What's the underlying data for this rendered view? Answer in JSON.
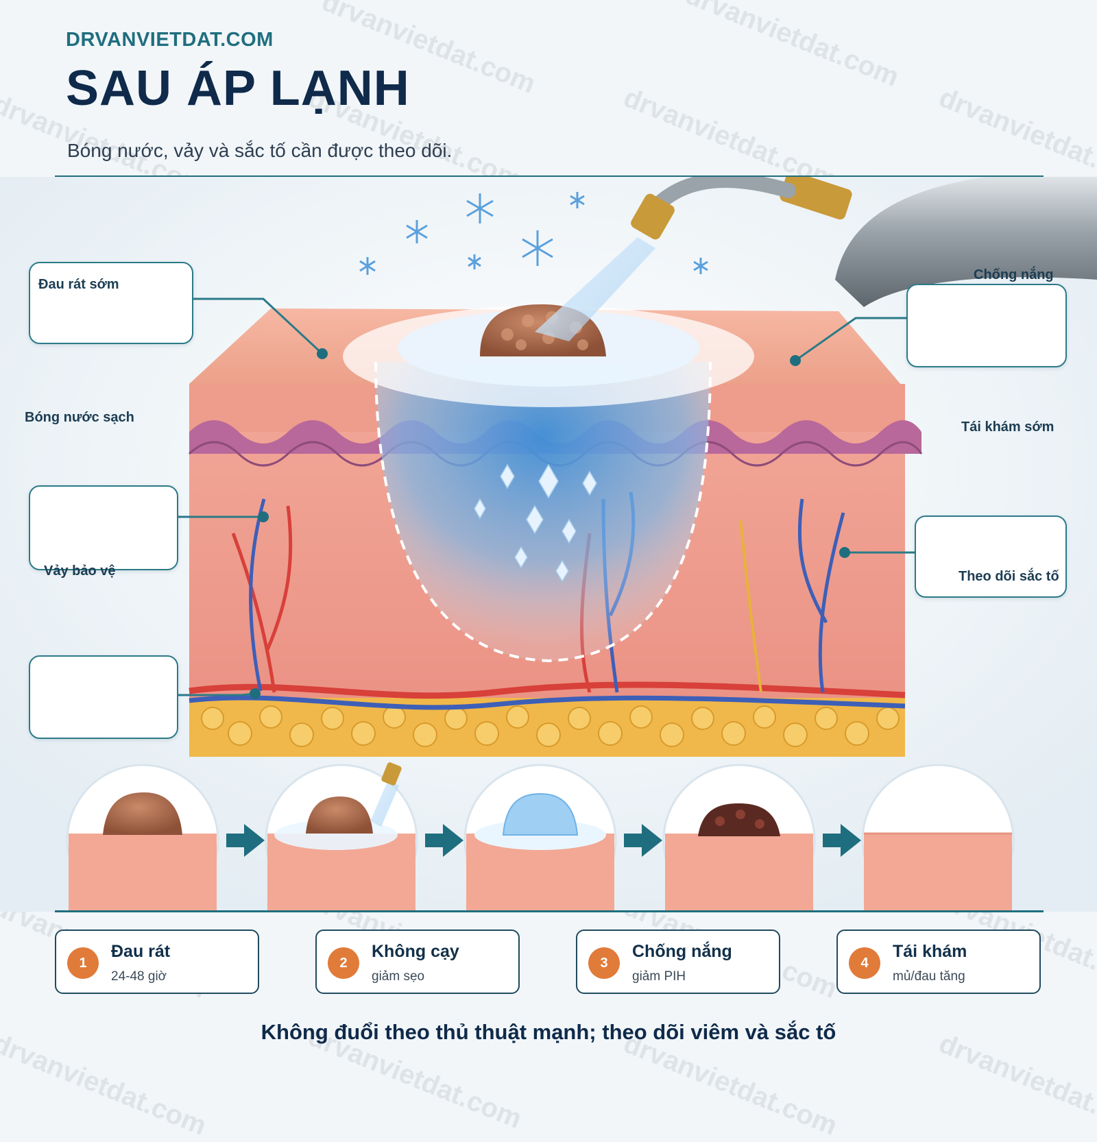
{
  "header": {
    "brand": "DRVANVIETDAT.COM",
    "title": "SAU ÁP LẠNH",
    "subtitle": "Bóng nước, vảy và sắc tố cần được theo dõi."
  },
  "callouts": {
    "left_1": "Đau rát sớm",
    "left_2": "Bóng nước sạch",
    "left_3": "Vảy bảo vệ",
    "right_1": "Chống nắng",
    "right_2": "Tái khám sớm",
    "right_3": "Theo dõi sắc tố"
  },
  "steps": [
    {
      "number": "1",
      "title": "Đau rát",
      "subtitle": "24-48 giờ"
    },
    {
      "number": "2",
      "title": "Không cạy",
      "subtitle": "giảm sẹo"
    },
    {
      "number": "3",
      "title": "Chống nắng",
      "subtitle": "giảm PIH"
    },
    {
      "number": "4",
      "title": "Tái khám",
      "subtitle": "mủ/đau tăng"
    }
  ],
  "footer": "Không đuổi theo thủ thuật mạnh; theo dõi viêm và sắc tố",
  "watermark": "drvanvietdat.com",
  "colors": {
    "accent": "#1f6e7f",
    "title": "#0f2a4a",
    "step_badge": "#e07b39",
    "skin": "#f2a894",
    "fat": "#f0b84a",
    "ice": "#5aa8e6"
  }
}
